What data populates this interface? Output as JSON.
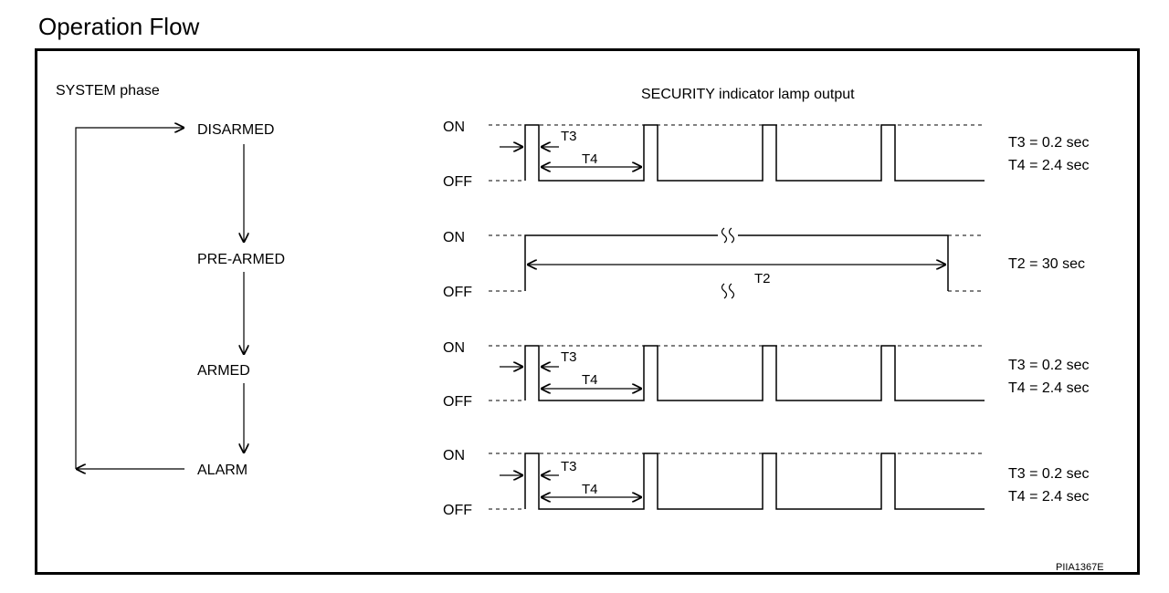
{
  "title": "Operation Flow",
  "system_phase": {
    "heading": "SYSTEM phase",
    "phases": [
      "DISARMED",
      "PRE-ARMED",
      "ARMED",
      "ALARM"
    ]
  },
  "lamp": {
    "heading": "SECURITY indicator lamp output",
    "on_label": "ON",
    "off_label": "OFF",
    "rows": [
      {
        "phase": "DISARMED",
        "t_short": "T3",
        "t_long": "T4",
        "notes": [
          "T3 = 0.2 sec",
          "T4 = 2.4 sec"
        ]
      },
      {
        "phase": "PRE-ARMED",
        "t_long": "T2",
        "notes": [
          "T2 = 30 sec"
        ]
      },
      {
        "phase": "ARMED",
        "t_short": "T3",
        "t_long": "T4",
        "notes": [
          "T3 = 0.2 sec",
          "T4 = 2.4 sec"
        ]
      },
      {
        "phase": "ALARM",
        "t_short": "T3",
        "t_long": "T4",
        "notes": [
          "T3 = 0.2 sec",
          "T4 = 2.4 sec"
        ]
      }
    ]
  },
  "figure_code": "PIIA1367E"
}
